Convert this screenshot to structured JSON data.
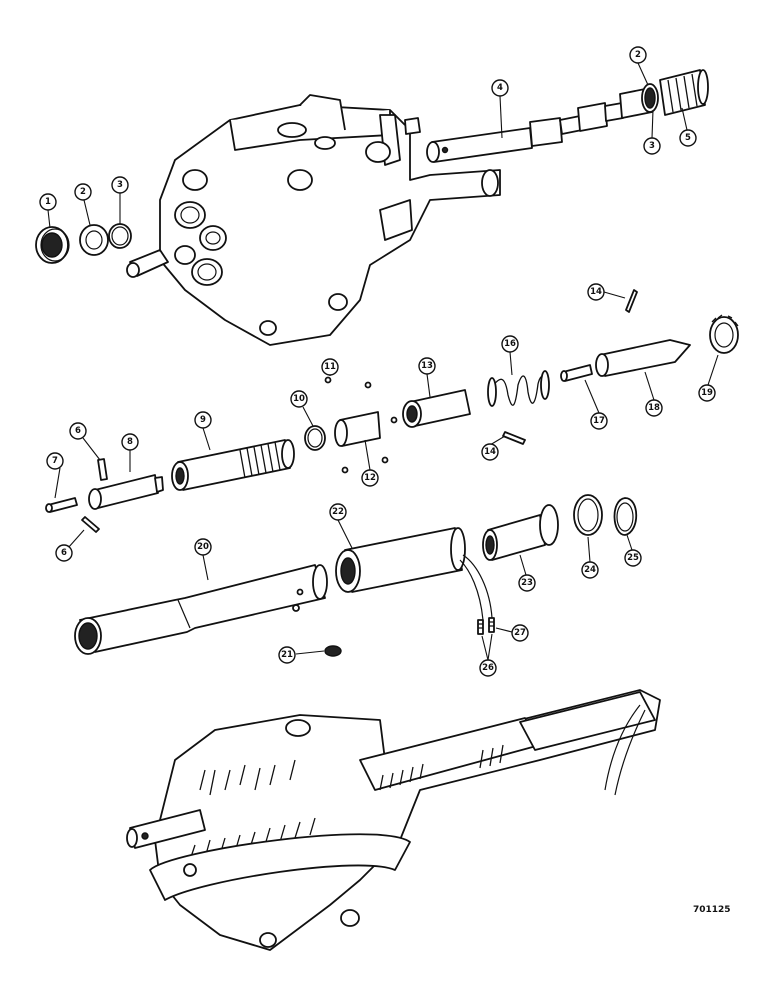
{
  "drawing_number": "701125",
  "callouts": [
    "1",
    "2",
    "3",
    "2",
    "3",
    "4",
    "5",
    "14",
    "16",
    "13",
    "11",
    "10",
    "9",
    "8",
    "6",
    "7",
    "6",
    "12",
    "14",
    "17",
    "18",
    "19",
    "22",
    "20",
    "23",
    "24",
    "25",
    "21",
    "26",
    "27"
  ],
  "colors": {
    "ink": "#111111",
    "background": "#ffffff"
  }
}
